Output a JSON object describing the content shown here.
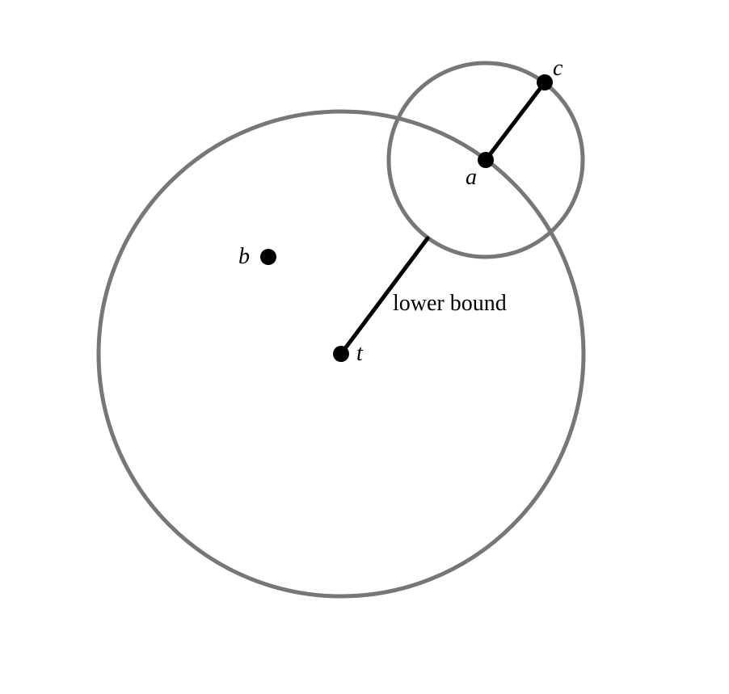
{
  "colors": {
    "circle_stroke": "#777777",
    "ink": "#000000",
    "background": "#ffffff"
  },
  "points": {
    "t": {
      "label": "t"
    },
    "a": {
      "label": "a"
    },
    "b": {
      "label": "b"
    },
    "c": {
      "label": "c"
    }
  },
  "segments": {
    "lower_bound": {
      "label": "lower bound"
    }
  }
}
